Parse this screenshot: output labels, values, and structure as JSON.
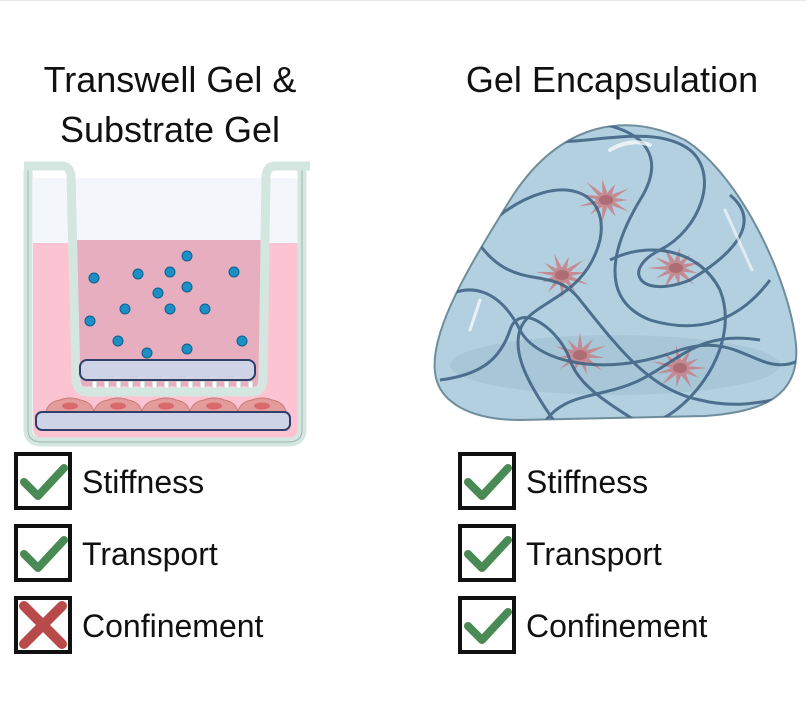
{
  "left_panel": {
    "title_line1": "Transwell Gel &",
    "title_line2": "Substrate Gel",
    "criteria": [
      {
        "label": "Stiffness",
        "status": "check"
      },
      {
        "label": "Transport",
        "status": "check"
      },
      {
        "label": "Confinement",
        "status": "cross"
      }
    ]
  },
  "right_panel": {
    "title": "Gel Encapsulation",
    "criteria": [
      {
        "label": "Stiffness",
        "status": "check"
      },
      {
        "label": "Transport",
        "status": "check"
      },
      {
        "label": "Confinement",
        "status": "check"
      }
    ]
  },
  "colors": {
    "check": "#4a8a55",
    "cross": "#b84a4a",
    "medium": "#fcc4d2",
    "insert_medium": "#e7aebf",
    "gel": "#a9c9da",
    "fiber": "#3c5f80",
    "cell": "#c77f86",
    "particle": "#1d8fc4"
  }
}
